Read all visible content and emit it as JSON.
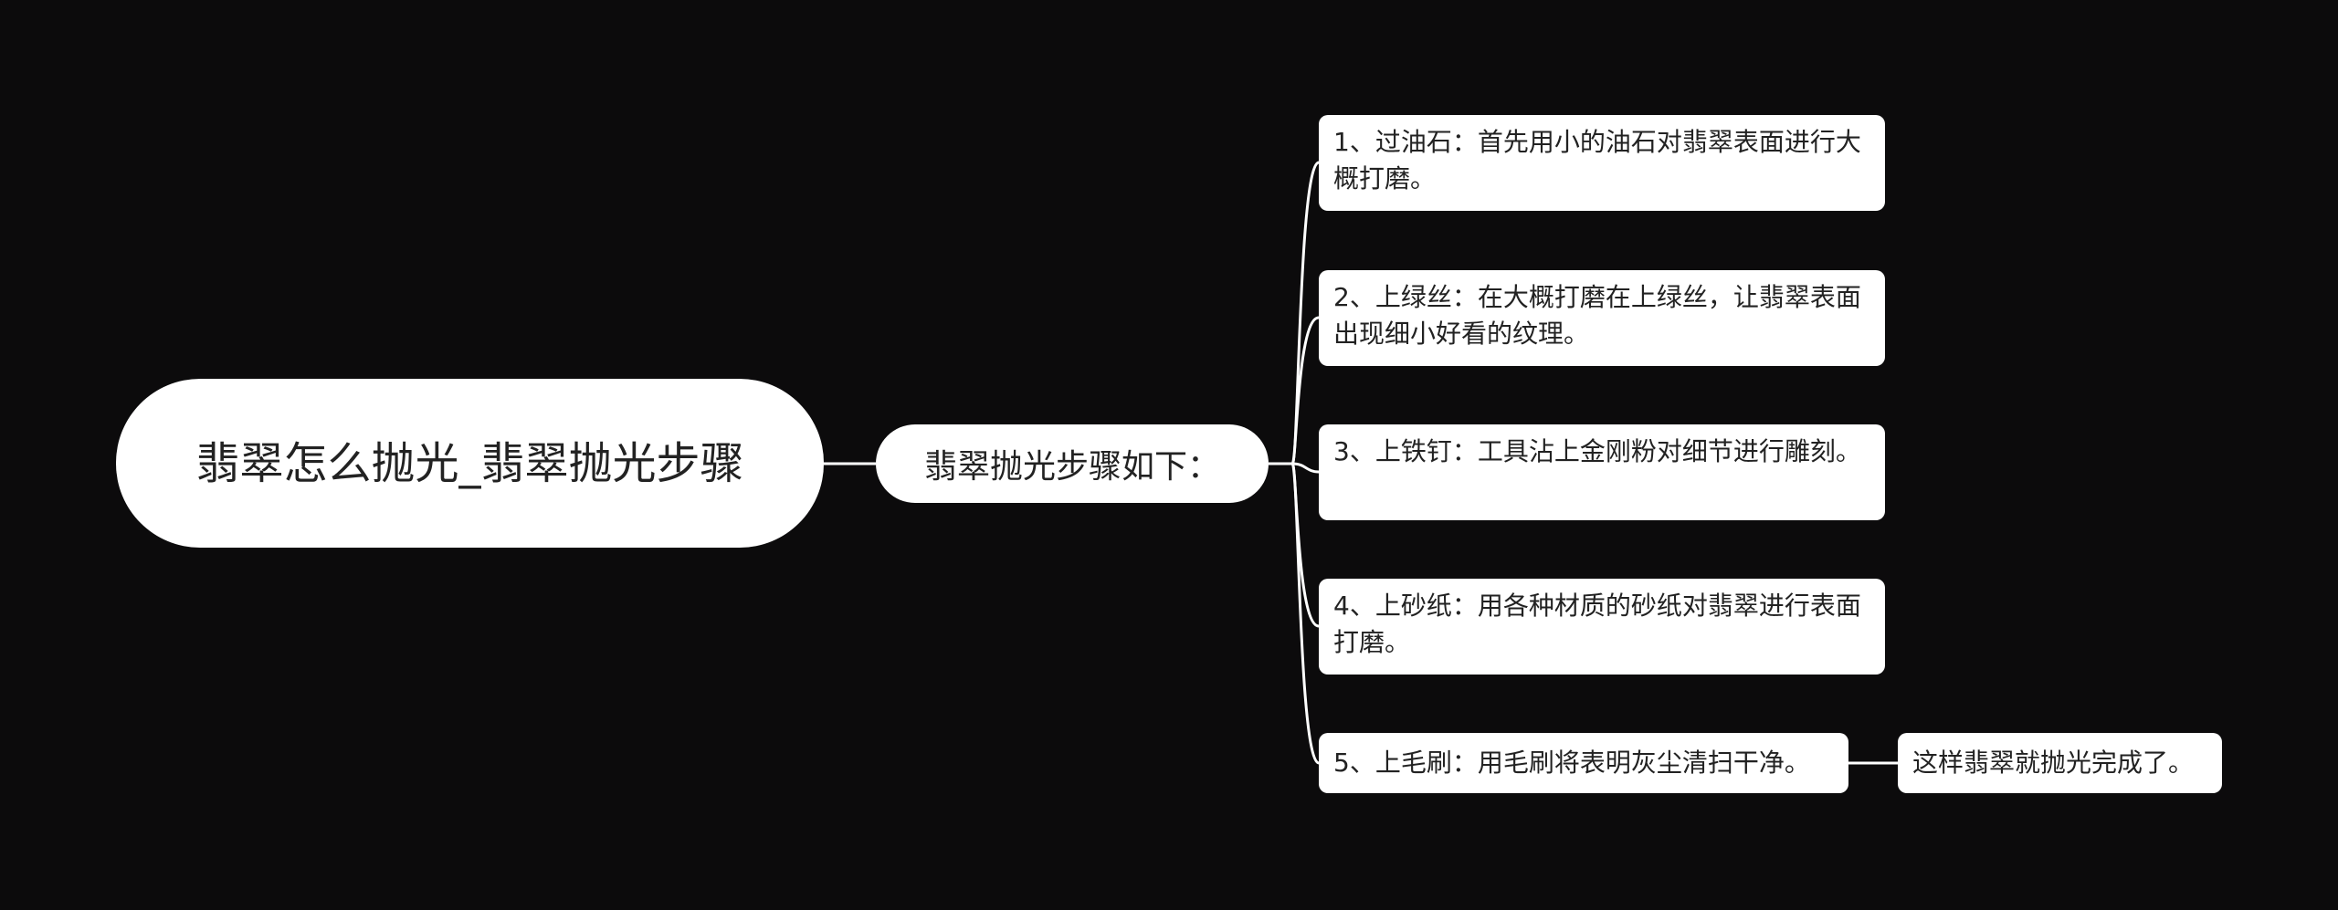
{
  "mindmap": {
    "root": "翡翠怎么抛光_翡翠抛光步骤",
    "branch": "翡翠抛光步骤如下：",
    "steps": [
      "1、过油石：首先用小的油石对翡翠表面进行大概打磨。",
      "2、上绿丝：在大概打磨在上绿丝，让翡翠表面出现细小好看的纹理。",
      "3、上铁钉：工具沾上金刚粉对细节进行雕刻。",
      "4、上砂纸：用各种材质的砂纸对翡翠进行表面打磨。",
      "5、上毛刷：用毛刷将表明灰尘清扫干净。"
    ],
    "final": "这样翡翠就抛光完成了。"
  },
  "colors": {
    "background": "#0c0b0c",
    "node": "#ffffff",
    "link": "#ffffff",
    "text": "#222222"
  }
}
